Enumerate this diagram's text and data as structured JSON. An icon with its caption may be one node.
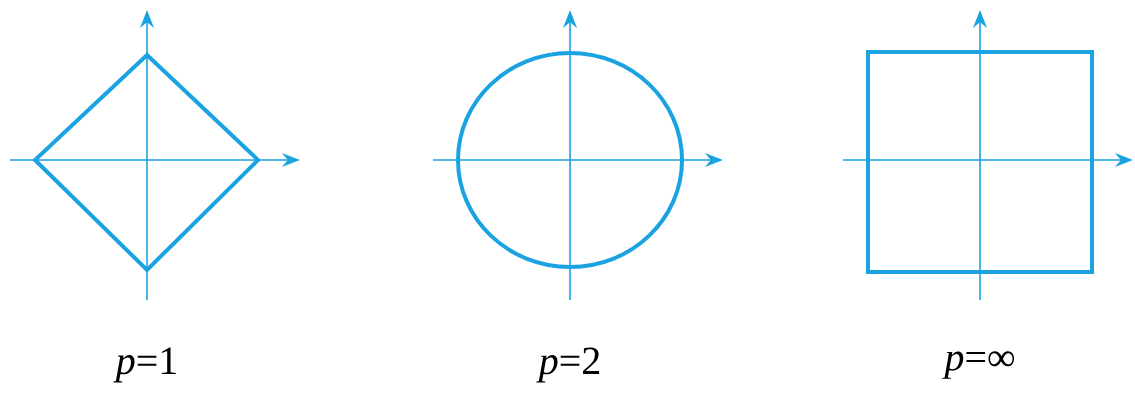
{
  "diagram": {
    "labels": [
      "*p*=1",
      "*p*=2",
      "*p*=∞"
    ]
  }
}
